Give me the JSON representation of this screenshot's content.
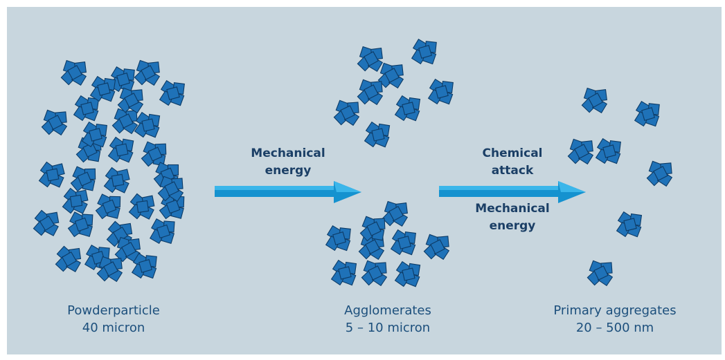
{
  "colors": {
    "background": "#c8d6de",
    "particle_fill": "#1f72b8",
    "particle_stroke": "#0d3b66",
    "arrow": "#1da8e3",
    "arrow_dark": "#1592cf",
    "label_text": "#1b3f66",
    "caption_text": "#1c4f7c"
  },
  "stages": [
    {
      "line1": "Powderparticle",
      "line2": "40 micron"
    },
    {
      "line1": "Agglomerates",
      "line2": "5 – 10 micron"
    },
    {
      "line1": "Primary aggregates",
      "line2": "20 – 500 nm"
    }
  ],
  "arrows": [
    {
      "label_top": [
        "Mechanical",
        "energy"
      ],
      "label_bottom": []
    },
    {
      "label_top": [
        "Chemical",
        "attack"
      ],
      "label_bottom": [
        "Mechanical",
        "energy"
      ]
    }
  ],
  "icons": {
    "particle": "square-crystal-icon",
    "arrow": "right-arrow-icon"
  }
}
